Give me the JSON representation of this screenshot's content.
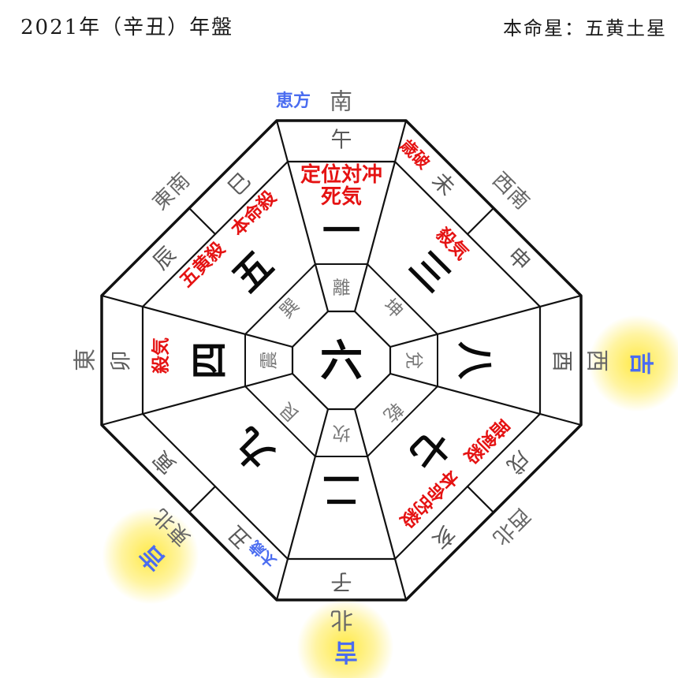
{
  "header": {
    "title": "2021年（辛丑）年盤",
    "honmei_label": "本命星：五黄土星"
  },
  "colors": {
    "annotation_red": "#e51212",
    "lucky_blue": "#4a6cf0",
    "label_gray": "#666666",
    "line_black": "#111111",
    "glow_yellow": "#ffe83c"
  },
  "chart": {
    "type": "nine-star-ki-direction-board",
    "center_star": "六",
    "eho": "恵方",
    "sectors": [
      {
        "id": "south",
        "direction": "南",
        "trigram": "離",
        "star": "一",
        "branches": [
          "午"
        ],
        "annotations": [
          "定位対冲",
          "死気"
        ]
      },
      {
        "id": "southwest",
        "direction": "西南",
        "trigram": "坤",
        "star": "三",
        "branches": [
          "未",
          "申"
        ],
        "annotations": [
          "殺気"
        ],
        "branch_mark": "歳破"
      },
      {
        "id": "west",
        "direction": "西",
        "trigram": "兌",
        "star": "八",
        "branches": [
          "酉"
        ],
        "annotations": [],
        "luck": "吉"
      },
      {
        "id": "northwest",
        "direction": "西北",
        "trigram": "乾",
        "star": "七",
        "branches": [
          "戌",
          "亥"
        ],
        "annotations": [
          "暗剣殺　本命的殺"
        ]
      },
      {
        "id": "north",
        "direction": "北",
        "trigram": "坎",
        "star": "二",
        "branches": [
          "子"
        ],
        "annotations": [],
        "luck": "吉"
      },
      {
        "id": "northeast",
        "direction": "東北",
        "trigram": "艮",
        "star": "九",
        "branches": [
          "丑",
          "寅"
        ],
        "annotations": [],
        "luck": "吉",
        "branch_mark": "太歳"
      },
      {
        "id": "east",
        "direction": "東",
        "trigram": "震",
        "star": "四",
        "branches": [
          "卯"
        ],
        "annotations": [
          "殺気"
        ]
      },
      {
        "id": "southeast",
        "direction": "東南",
        "trigram": "巽",
        "star": "五",
        "branches": [
          "辰",
          "巳"
        ],
        "annotations": [
          "五黄殺　本命殺"
        ]
      }
    ]
  }
}
